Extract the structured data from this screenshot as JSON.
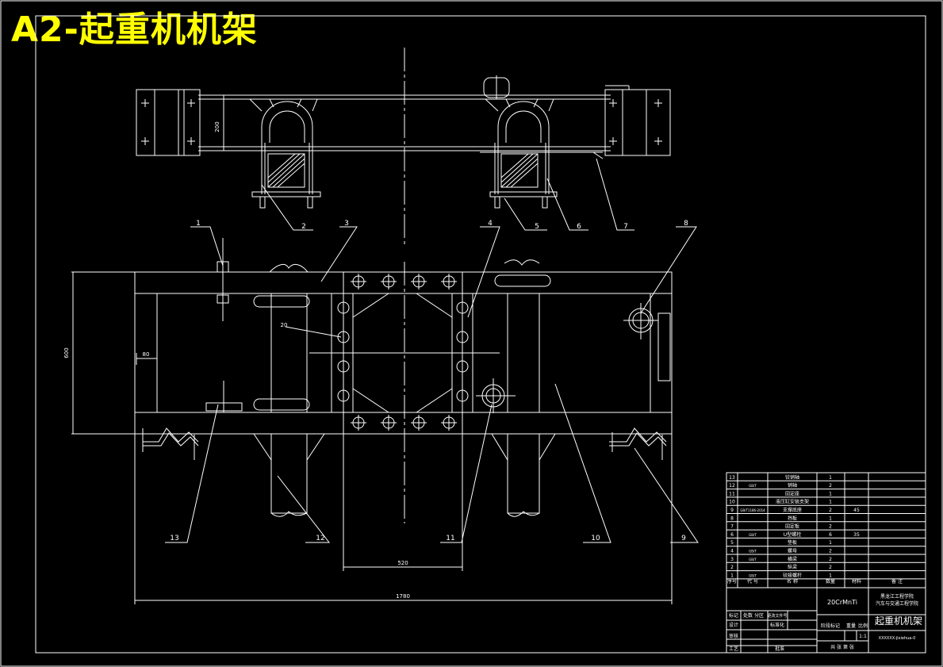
{
  "title": "A2-起重机机架",
  "dims": {
    "d200": "200",
    "d600": "600",
    "d80": "80",
    "d520": "520",
    "d1780": "1780",
    "d20": "20"
  },
  "callouts": {
    "c1": "1",
    "c2": "2",
    "c3": "3",
    "c4": "4",
    "c5": "5",
    "c6": "6",
    "c7": "7",
    "c8": "8",
    "c9": "9",
    "c10": "10",
    "c11": "11",
    "c12": "12",
    "c13": "13"
  },
  "bom": {
    "rows": [
      {
        "no": "13",
        "code": "",
        "name": "铰销轴",
        "qty": "1",
        "mat": "",
        "note": ""
      },
      {
        "no": "12",
        "code": "GB/T",
        "name": "销轴",
        "qty": "2",
        "mat": "",
        "note": ""
      },
      {
        "no": "11",
        "code": "",
        "name": "固定座",
        "qty": "1",
        "mat": "",
        "note": ""
      },
      {
        "no": "10",
        "code": "",
        "name": "液压缸安装支架",
        "qty": "1",
        "mat": "",
        "note": ""
      },
      {
        "no": "9",
        "code": "GB/T1186-2014",
        "name": "支撑底座",
        "qty": "2",
        "mat": "45",
        "note": ""
      },
      {
        "no": "8",
        "code": "",
        "name": "挡板",
        "qty": "1",
        "mat": "",
        "note": ""
      },
      {
        "no": "7",
        "code": "",
        "name": "固定板",
        "qty": "2",
        "mat": "",
        "note": ""
      },
      {
        "no": "6",
        "code": "GB/T",
        "name": "U型螺栓",
        "qty": "6",
        "mat": "35",
        "note": ""
      },
      {
        "no": "5",
        "code": "",
        "name": "垫板",
        "qty": "1",
        "mat": "",
        "note": ""
      },
      {
        "no": "4",
        "code": "GB/T",
        "name": "螺母",
        "qty": "2",
        "mat": "",
        "note": ""
      },
      {
        "no": "3",
        "code": "GB/T",
        "name": "横梁",
        "qty": "2",
        "mat": "",
        "note": ""
      },
      {
        "no": "2",
        "code": "",
        "name": "纵梁",
        "qty": "2",
        "mat": "",
        "note": ""
      },
      {
        "no": "1",
        "code": "GB/T",
        "name": "铰接螺杆",
        "qty": "1",
        "mat": "",
        "note": ""
      }
    ],
    "header": {
      "no": "序号",
      "code": "代 号",
      "name": "名 称",
      "qty": "数量",
      "mat": "材料",
      "note": "备 注"
    }
  },
  "titleblock": {
    "material": "20CrMnTi",
    "school1": "黑龙江工程学院",
    "school2": "汽车与交通工程学院",
    "drawing_name": "起重机机架",
    "drawing_code": "XXXXXX-jixiehua-0",
    "ratio": "1:1",
    "stage": "阶段标记",
    "weight": "重量",
    "scale": "比例",
    "sheets": "共 张 第 张",
    "mark": "标记",
    "count": "处数",
    "zone": "分区",
    "changedoc": "更改文件号",
    "design": "设计",
    "std": "标准化",
    "review": "审核",
    "process": "工艺",
    "approve": "批准"
  }
}
